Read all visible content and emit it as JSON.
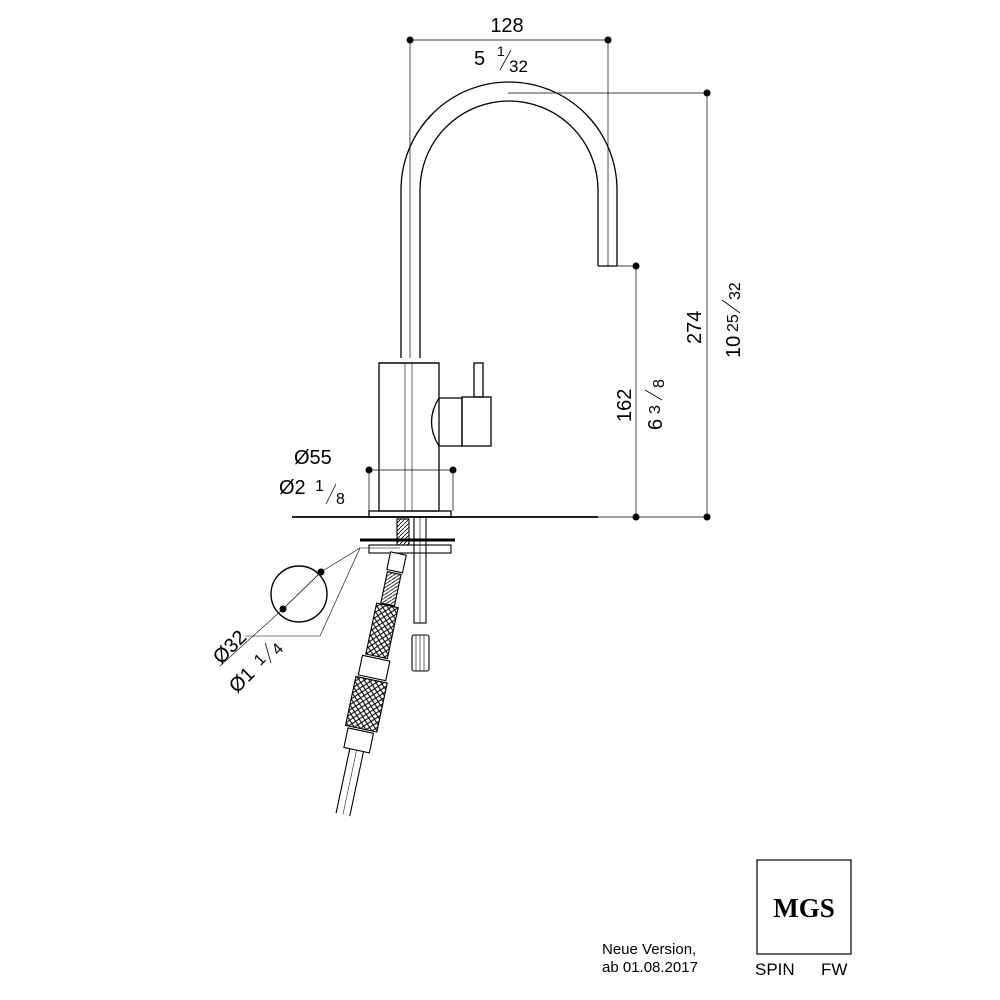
{
  "dimensions": {
    "width_top": {
      "mm": "128",
      "inch": "5",
      "frac_num": "1",
      "frac_den": "32"
    },
    "height_total": {
      "mm": "274",
      "inch": "10",
      "frac_num": "25",
      "frac_den": "32"
    },
    "height_spout": {
      "mm": "162",
      "inch": "6",
      "frac_num": "3",
      "frac_den": "8"
    },
    "base_diameter": {
      "mm": "Ø55",
      "inch": "Ø2",
      "frac_num": "1",
      "frac_den": "8"
    },
    "hole_diameter": {
      "mm": "Ø32",
      "inch": "Ø1",
      "frac_num": "1",
      "frac_den": "4"
    }
  },
  "note": {
    "line1": "Neue Version,",
    "line2": "ab 01.08.2017"
  },
  "logo": {
    "text": "MGS"
  },
  "product": {
    "name": "SPIN",
    "code": "FW"
  }
}
